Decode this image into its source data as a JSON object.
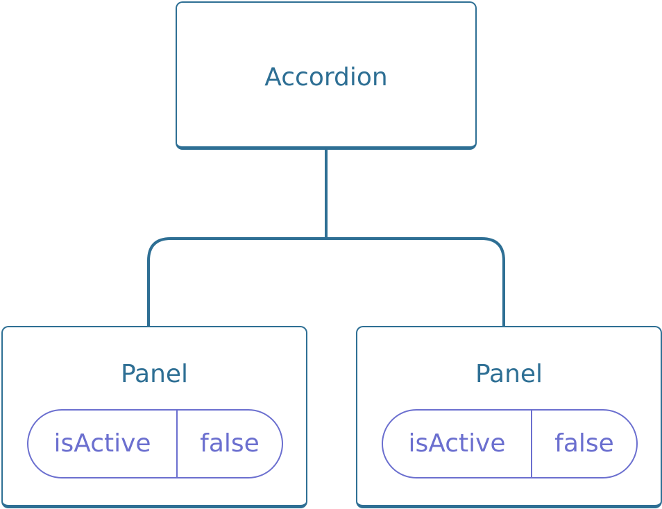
{
  "root": {
    "label": "Accordion"
  },
  "children": [
    {
      "label": "Panel",
      "state": {
        "key": "isActive",
        "value": "false"
      }
    },
    {
      "label": "Panel",
      "state": {
        "key": "isActive",
        "value": "false"
      }
    }
  ],
  "colors": {
    "node_border": "#2e6f94",
    "node_text": "#2e6f94",
    "state_border": "#6b6fcf",
    "state_text": "#6b6fcf"
  }
}
